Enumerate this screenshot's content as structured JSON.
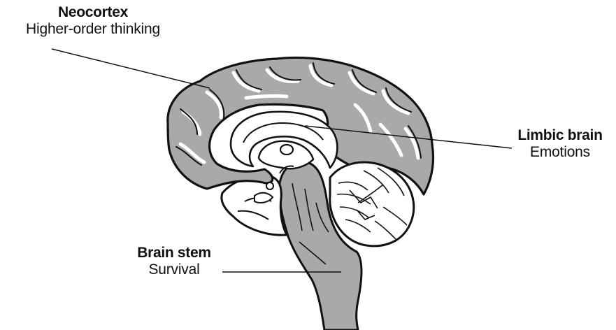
{
  "labels": {
    "neocortex": {
      "title": "Neocortex",
      "subtitle": "Higher-order thinking"
    },
    "limbic": {
      "title": "Limbic brain",
      "subtitle": "Emotions"
    },
    "brainstem": {
      "title": "Brain stem",
      "subtitle": "Survival"
    }
  },
  "colors": {
    "cortex": "#a9a9a9",
    "outline": "#111111",
    "background": "#ffffff",
    "highlight": "#ffffff"
  }
}
